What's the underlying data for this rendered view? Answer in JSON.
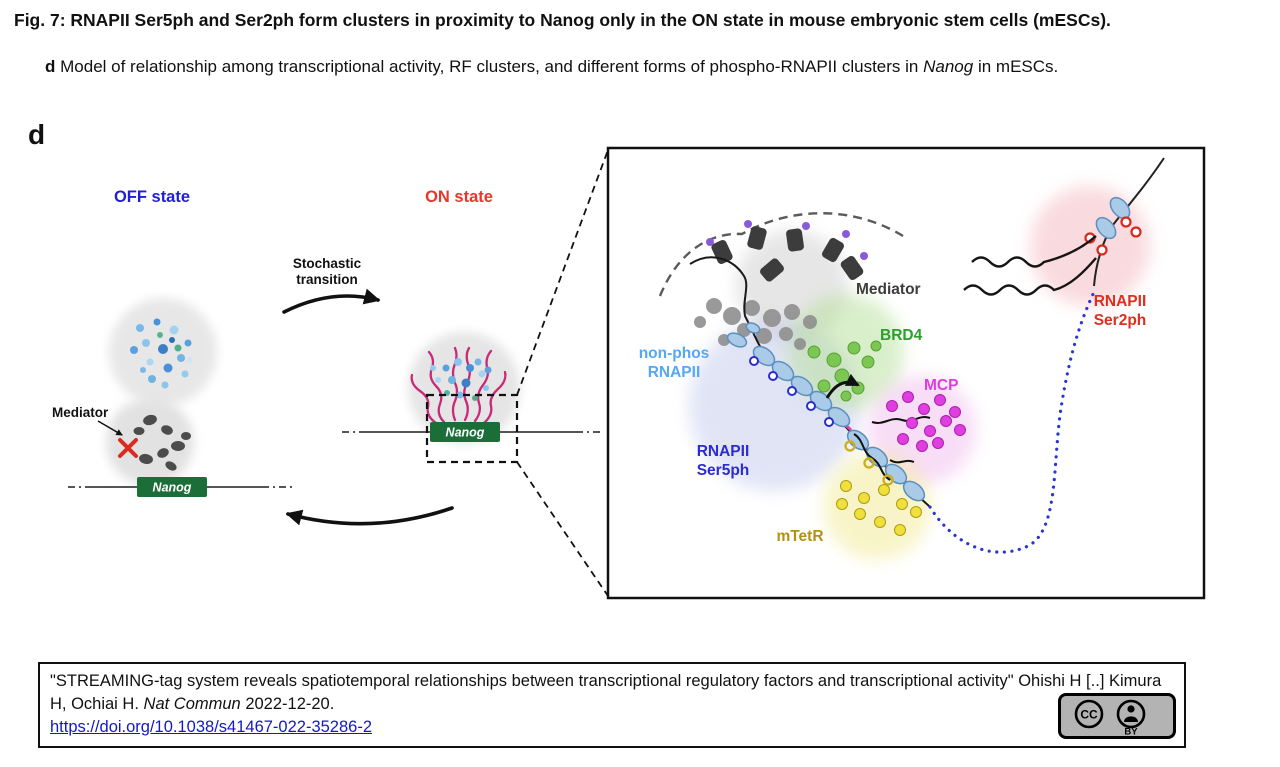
{
  "figure": {
    "title": "Fig. 7: RNAPII Ser5ph and Ser2ph form clusters in proximity to Nanog only in the ON state in mouse embryonic stem cells (mESCs).",
    "panel_label": "d",
    "caption": {
      "panel": "d",
      "pre": "Model of relationship among transcriptional activity, RF clusters, and different forms of phospho-RNAPII clusters in",
      "italic": "Nanog",
      "post": "in mESCs."
    }
  },
  "diagram": {
    "off_state": "OFF state",
    "on_state": "ON state",
    "stochastic_line1": "Stochastic",
    "stochastic_line2": "transition",
    "mediator": "Mediator",
    "nanog": "Nanog"
  },
  "zoom": {
    "mediator": "Mediator",
    "brd4": "BRD4",
    "nonphos_line1": "non-phos",
    "nonphos_line2": "RNAPII",
    "mcp": "MCP",
    "ser5ph_line1": "RNAPII",
    "ser5ph_line2": "Ser5ph",
    "mtetr": "mTetR",
    "ser2ph_line1": "RNAPII",
    "ser2ph_line2": "Ser2ph"
  },
  "citation": {
    "quote": "\"STREAMING-tag system reveals spatiotemporal relationships between transcriptional regulatory factors and transcriptional activity\" Ohishi H [..] Kimura H, Ochiai H.",
    "journal": "Nat Commun",
    "date": "2022-12-20.",
    "doi": "https://doi.org/10.1038/s41467-022-35286-2",
    "cc": "CC",
    "license": "BY"
  },
  "colors": {
    "off_state_blue": "#1f1fd4",
    "on_state_red": "#e8362a",
    "nanog_box_green": "#1c6e38",
    "rna_magenta": "#c92a78",
    "nonphos_blue": "#54a8f5",
    "brd4_green": "#2e9e2e",
    "mcp_magenta": "#df3cdf",
    "ser5ph_blue": "#2b2bd0",
    "mtetr_gold": "#b2920e",
    "ser2ph_red": "#df2e1f",
    "link_blue": "#1418c8"
  }
}
